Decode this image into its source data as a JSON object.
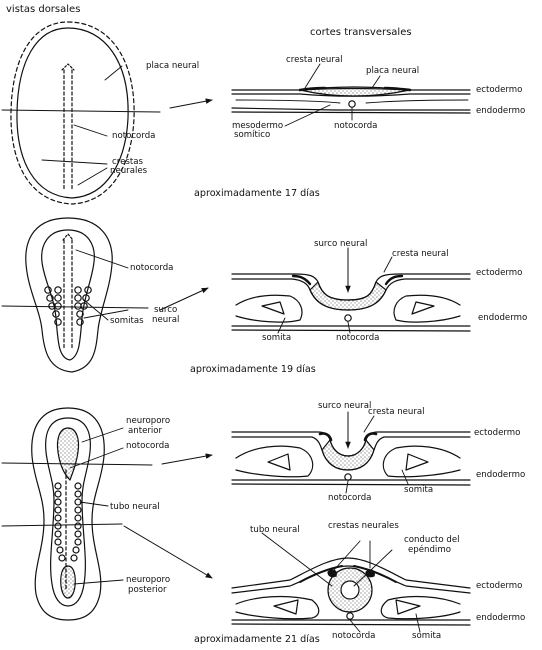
{
  "headers": {
    "dorsal": "vistas dorsales",
    "transverse": "cortes transversales"
  },
  "captions": {
    "stage1": "aproximadamente 17 días",
    "stage2": "aproximadamente 19 días",
    "stage3": "aproximadamente 21 días"
  },
  "stage1": {
    "placa_neural_dorsal": "placa neural",
    "notocorda_dorsal": "notocorda",
    "crestas_neurales_1": "crestas",
    "crestas_neurales_2": "neurales",
    "cresta_neural": "cresta neural",
    "placa_neural": "placa neural",
    "ectodermo": "ectodermo",
    "endodermo": "endodermo",
    "mesodermo_1": "mesodermo",
    "mesodermo_2": "somítico",
    "notocorda": "notocorda"
  },
  "stage2": {
    "notocorda_dorsal": "notocorda",
    "surco_neural_dorsal_1": "surco",
    "surco_neural_dorsal_2": "neural",
    "somitas": "somitas",
    "surco_neural": "surco neural",
    "cresta_neural": "cresta neural",
    "ectodermo": "ectodermo",
    "endodermo": "endodermo",
    "somita": "somita",
    "notocorda": "notocorda"
  },
  "stage3": {
    "neuroporo_anterior_1": "neuroporo",
    "neuroporo_anterior_2": "anterior",
    "notocorda_dorsal": "notocorda",
    "tubo_neural_dorsal": "tubo neural",
    "neuroporo_posterior_1": "neuroporo",
    "neuroporo_posterior_2": "posterior",
    "surco_neural": "surco neural",
    "cresta_neural": "cresta neural",
    "ectodermo_a": "ectodermo",
    "endodermo_a": "endodermo",
    "somita_a": "somita",
    "notocorda_a": "notocorda",
    "tubo_neural": "tubo neural",
    "crestas_neurales": "crestas neurales",
    "conducto_1": "conducto del",
    "conducto_2": "epéndimo",
    "ectodermo_b": "ectodermo",
    "endodermo_b": "endodermo",
    "notocorda_b": "notocorda",
    "somita_b": "somita"
  }
}
